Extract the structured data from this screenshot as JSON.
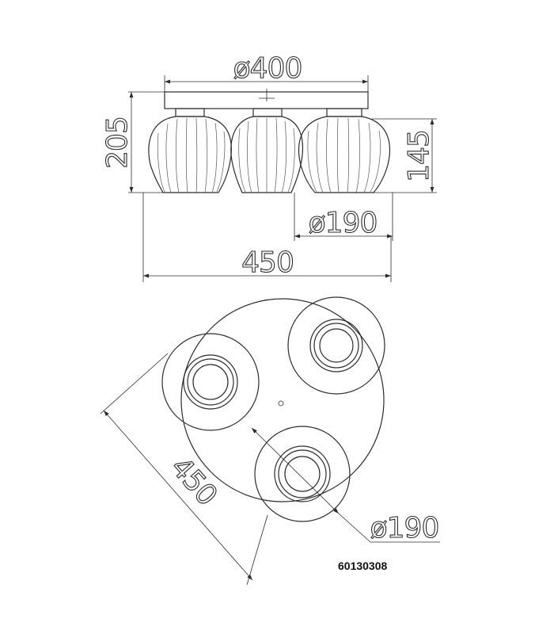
{
  "dimensions": {
    "canopy_diameter": "ø400",
    "total_height": "205",
    "shade_height": "145",
    "shade_diameter_side": "ø190",
    "total_width_side": "450",
    "total_width_plan": "450",
    "shade_diameter_plan": "ø190"
  },
  "product_code": "60130308"
}
